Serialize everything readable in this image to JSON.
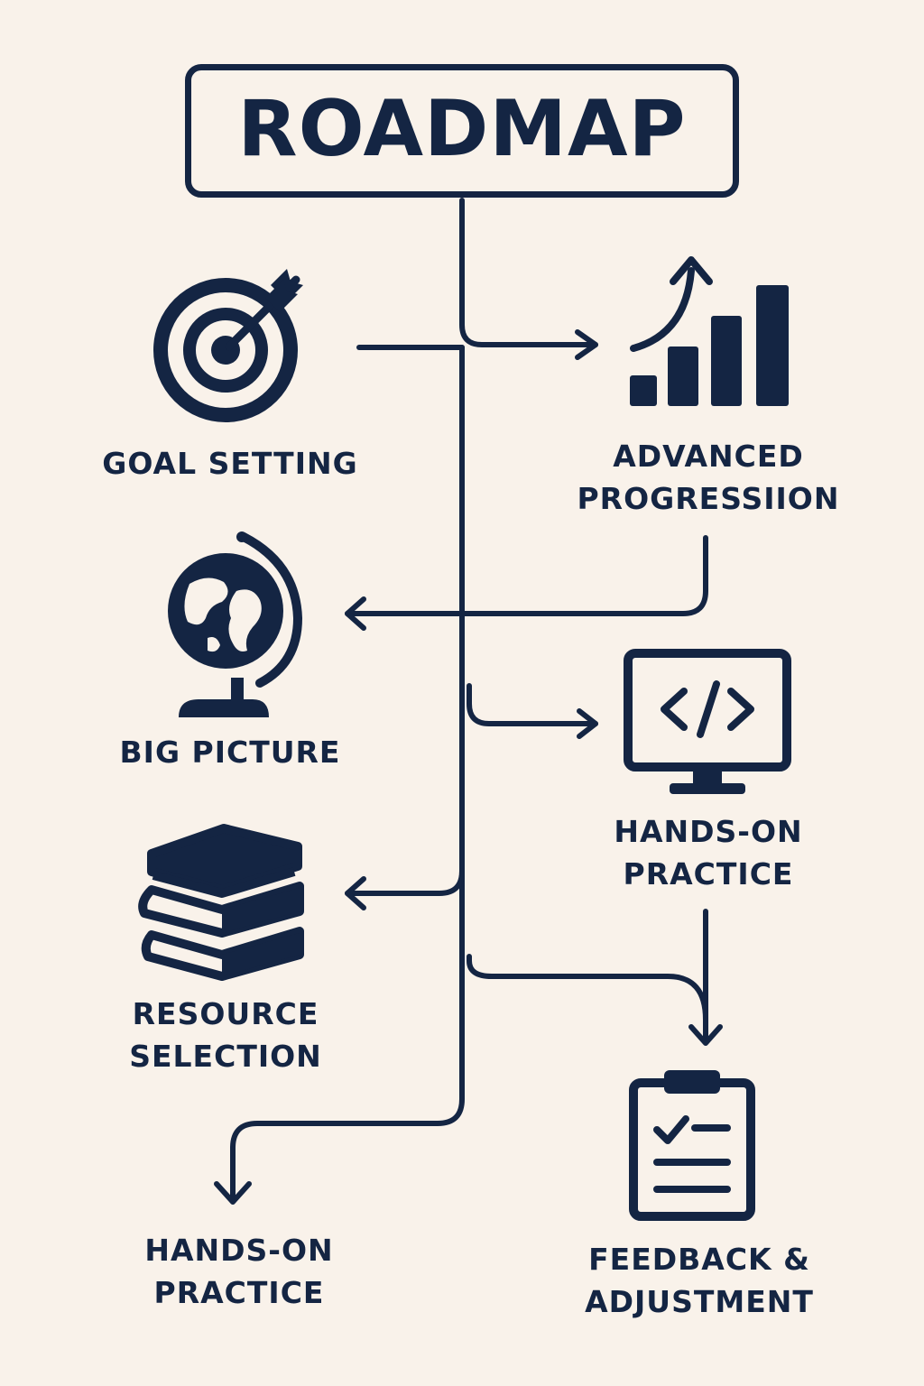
{
  "title": "ROADMAP",
  "colors": {
    "background": "#f9f2ea",
    "ink": "#142543"
  },
  "nodes": {
    "goal_setting": {
      "line1": "GOAL SETTING",
      "icon": "target-icon"
    },
    "advanced_progression": {
      "line1": "ADVANCED",
      "line2": "PROGRESSIION",
      "icon": "bar-chart-growth-icon"
    },
    "big_picture": {
      "line1": "BIG PICTURE",
      "icon": "globe-icon"
    },
    "hands_on_practice_right": {
      "line1": "HANDS-ON",
      "line2": "PRACTICE",
      "icon": "code-monitor-icon"
    },
    "resource_selection": {
      "line1": "RESOURCE",
      "line2": "SELECTION",
      "icon": "book-stack-icon"
    },
    "hands_on_practice_left": {
      "line1": "HANDS-ON",
      "line2": "PRACTICE"
    },
    "feedback_adjustment": {
      "line1": "FEEDBACK &",
      "line2": "ADJUSTMENT",
      "icon": "clipboard-checklist-icon"
    }
  }
}
